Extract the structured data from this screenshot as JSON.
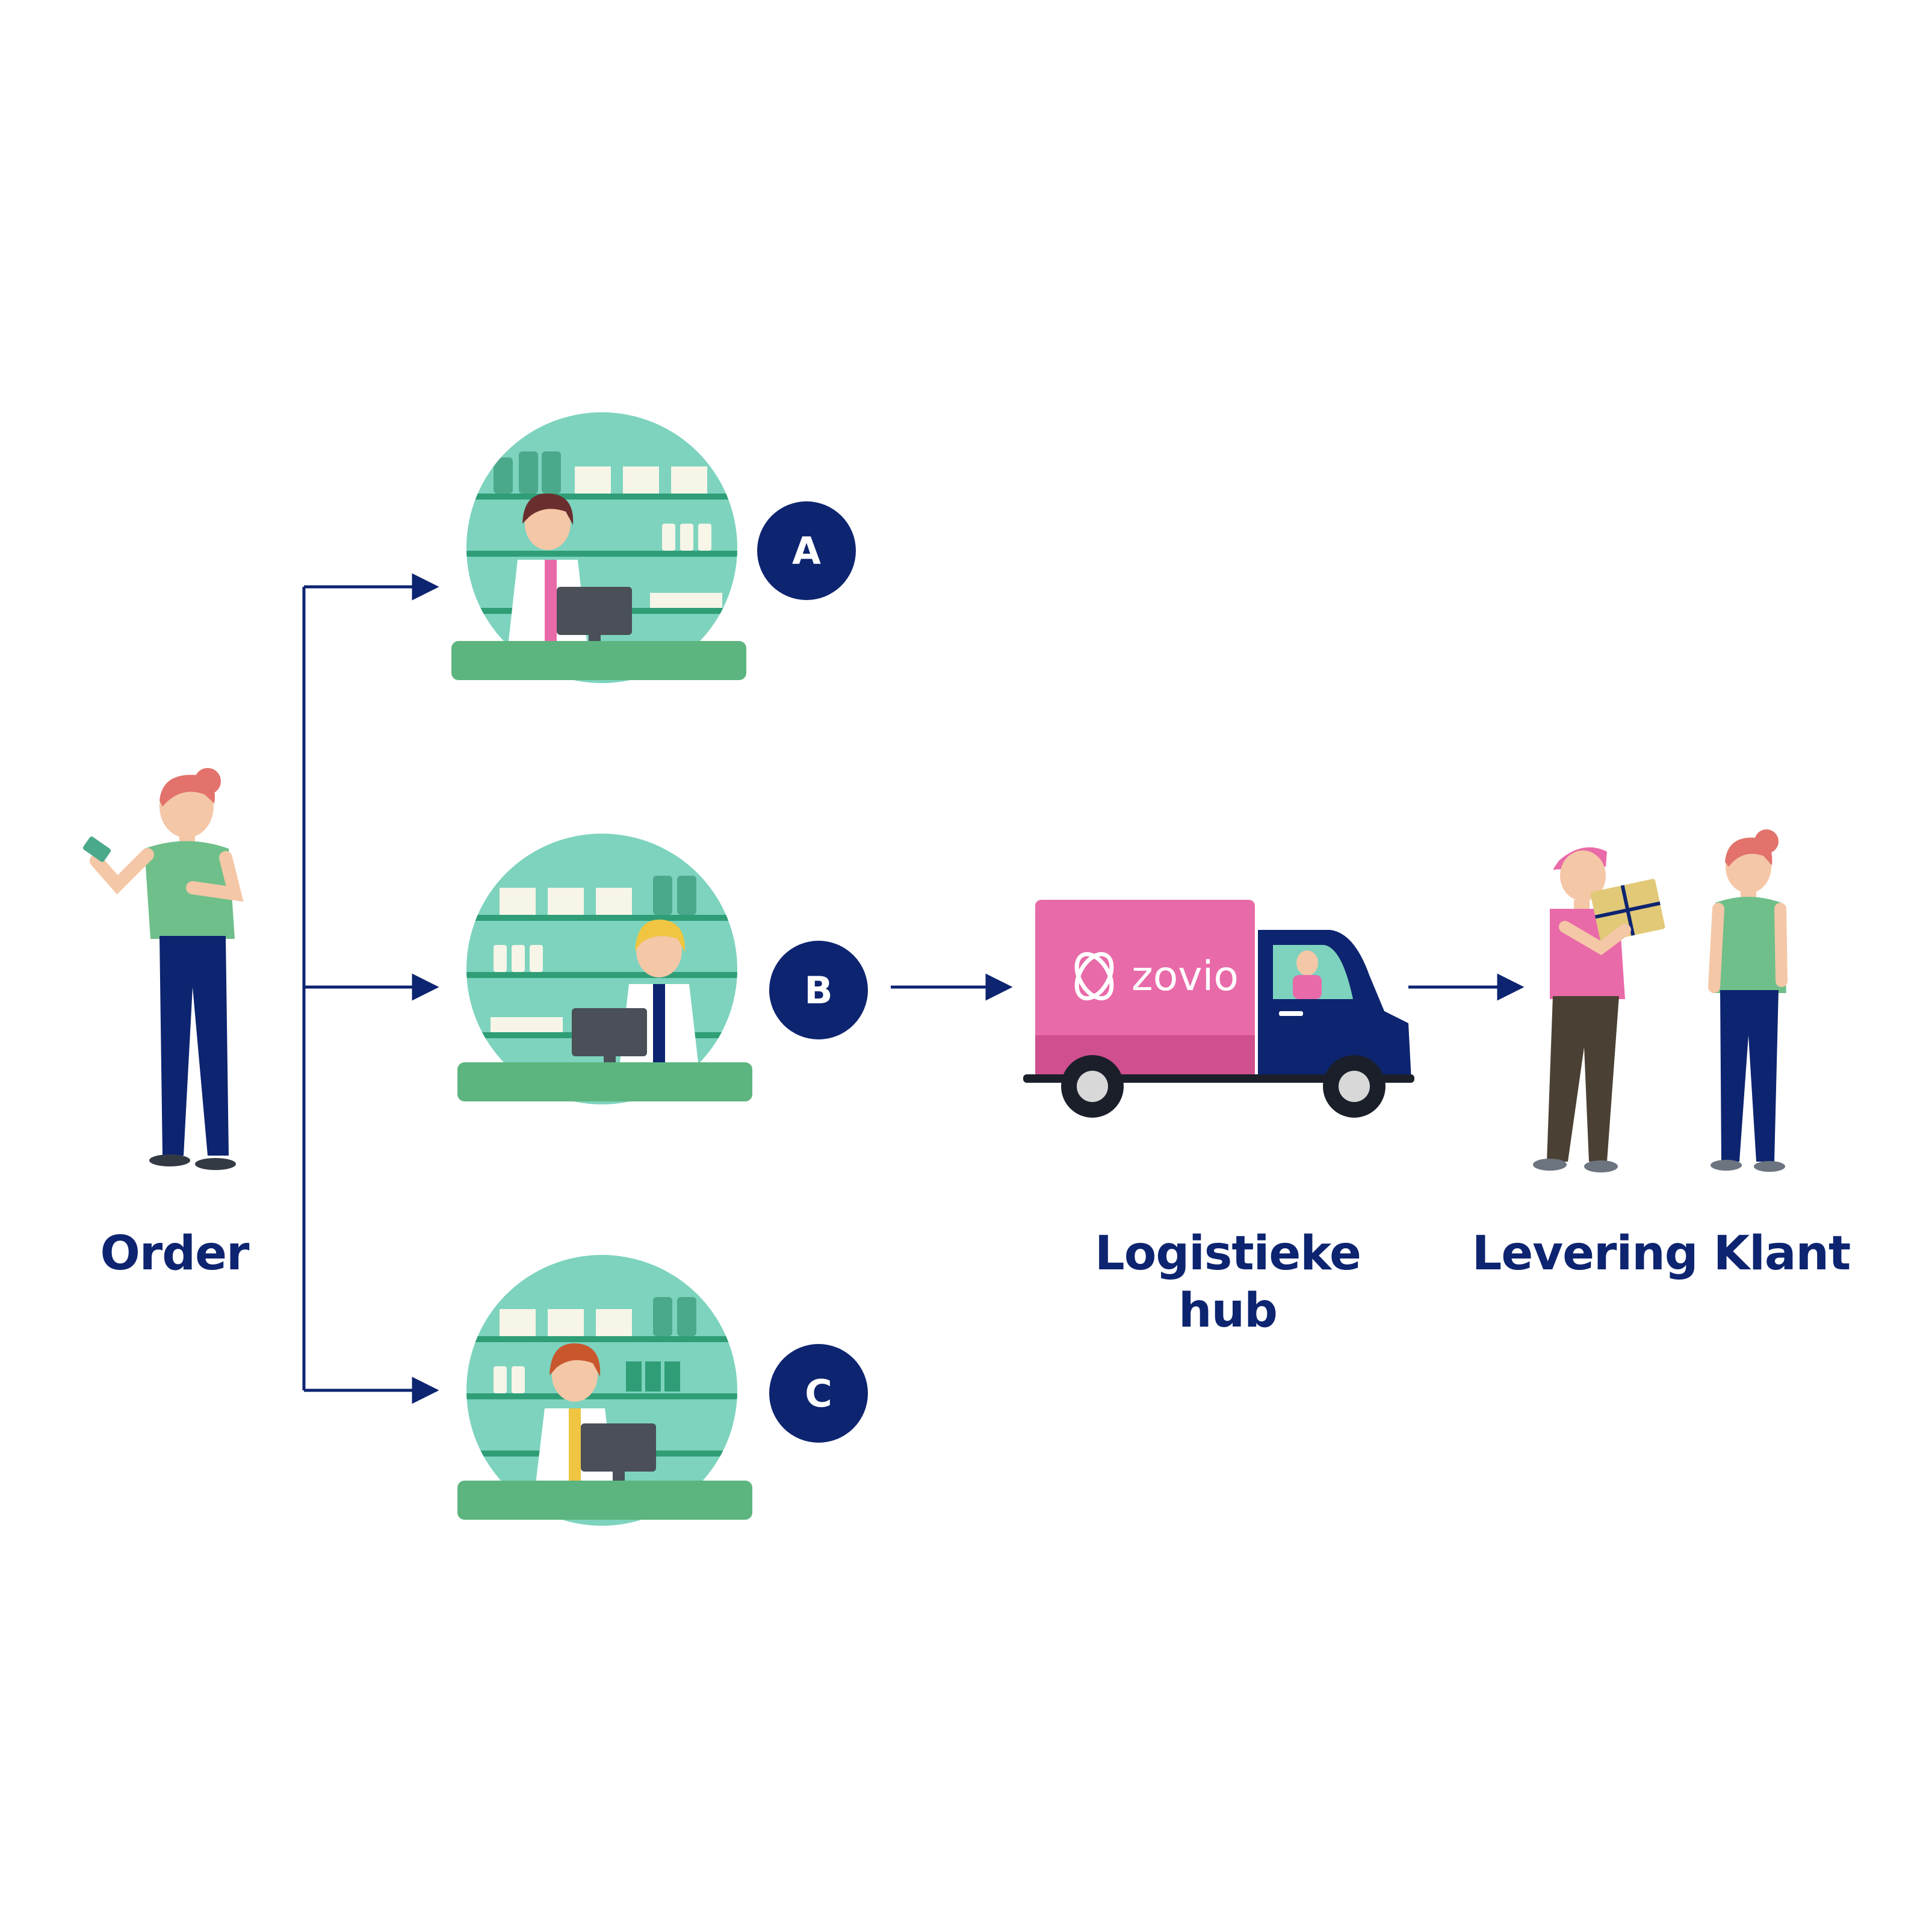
{
  "colors": {
    "navy": "#0d2470",
    "teal": "#7dd3be",
    "counter_green": "#5cb57e",
    "shelf_green": "#2f9e77",
    "truck_pink": "#e96aa8",
    "skin": "#f4c7a7",
    "hair_red": "#e2726b",
    "shirt_green": "#6fbf8a"
  },
  "labels": {
    "order": "Order",
    "hub_line1": "Logistieke",
    "hub_line2": "hub",
    "delivery": "Levering Klant"
  },
  "pharmacies": [
    {
      "letter": "A"
    },
    {
      "letter": "B"
    },
    {
      "letter": "C"
    }
  ],
  "truck": {
    "brand": "zovio"
  },
  "icons": {
    "customer": "woman-with-phone-icon",
    "pharmacy": "pharmacist-counter-icon",
    "truck": "delivery-truck-icon",
    "courier": "courier-with-package-icon",
    "recipient": "customer-receiving-icon",
    "flow": "arrow-right-icon"
  }
}
